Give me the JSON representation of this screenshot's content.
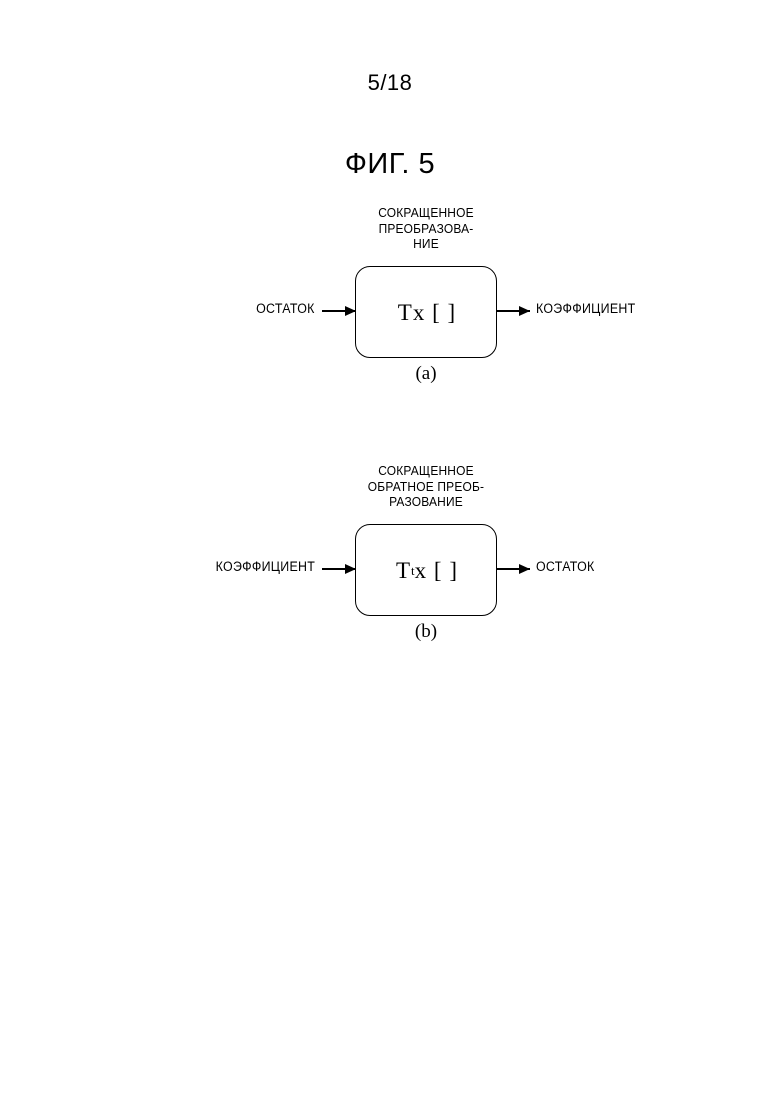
{
  "page": {
    "page_number": "5/18",
    "figure_title": "ФИГ. 5"
  },
  "diagrams": [
    {
      "id": "a",
      "header_lines": [
        "СОКРАЩЕННОЕ",
        "ПРЕОБРАЗОВА-",
        "НИЕ"
      ],
      "box_symbol": "T x [ ]",
      "box_symbol_base": "T",
      "box_symbol_superscript": "",
      "box_symbol_rest": " x [ ]",
      "input_label": "ОСТАТОК",
      "output_label": "КОЭФФИЦИЕНТ",
      "caption": "(a)"
    },
    {
      "id": "b",
      "header_lines": [
        "СОКРАЩЕННОЕ",
        "ОБРАТНОЕ ПРЕОБ-",
        "РАЗОВАНИЕ"
      ],
      "box_symbol": "Tt x [ ]",
      "box_symbol_base": "T",
      "box_symbol_superscript": "t",
      "box_symbol_rest": "x [ ]",
      "input_label": "КОЭФФИЦИЕНТ",
      "output_label": "ОСТАТОК",
      "caption": "(b)"
    }
  ],
  "colors": {
    "background": "#ffffff",
    "ink": "#000000"
  }
}
